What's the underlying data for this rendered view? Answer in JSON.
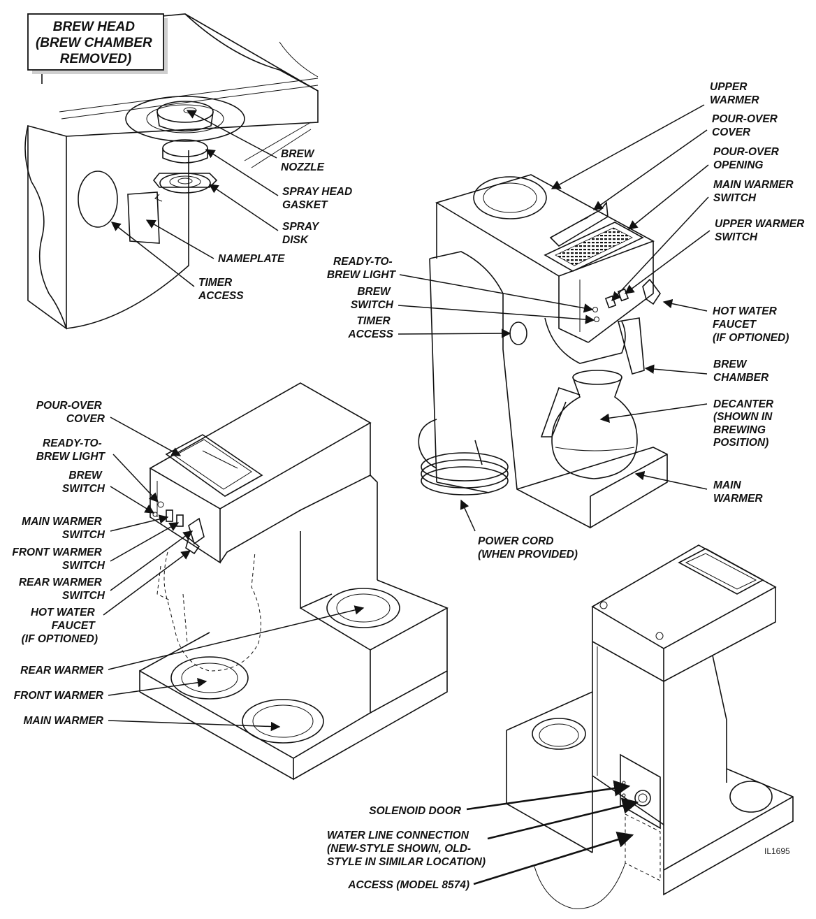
{
  "figure_id": "IL1695",
  "brew_head_view": {
    "title_lines": [
      "BREW HEAD",
      "(BREW CHAMBER",
      "REMOVED)"
    ],
    "labels": {
      "brew_nozzle": [
        "BREW",
        "NOZZLE"
      ],
      "spray_head_gasket": [
        "SPRAY HEAD",
        "GASKET"
      ],
      "spray_disk": [
        "SPRAY",
        "DISK"
      ],
      "nameplate": [
        "NAMEPLATE"
      ],
      "timer_access": [
        "TIMER",
        "ACCESS"
      ]
    }
  },
  "pour_over_view": {
    "labels": {
      "upper_warmer": [
        "UPPER",
        "WARMER"
      ],
      "pour_over_cover": [
        "POUR-OVER",
        "COVER"
      ],
      "pour_over_opening": [
        "POUR-OVER",
        "OPENING"
      ],
      "main_warmer_switch": [
        "MAIN WARMER",
        "SWITCH"
      ],
      "upper_warmer_switch": [
        "UPPER WARMER",
        "SWITCH"
      ],
      "ready_to_brew_light": [
        "READY-TO-",
        "BREW LIGHT"
      ],
      "brew_switch": [
        "BREW",
        "SWITCH"
      ],
      "timer_access": [
        "TIMER",
        "ACCESS"
      ],
      "hot_water_faucet": [
        "HOT WATER",
        "FAUCET",
        "(IF OPTIONED)"
      ],
      "brew_chamber": [
        "BREW",
        "CHAMBER"
      ],
      "decanter": [
        "DECANTER",
        "(SHOWN IN",
        "BREWING",
        "POSITION)"
      ],
      "main_warmer": [
        "MAIN",
        "WARMER"
      ],
      "power_cord": [
        "POWER CORD",
        "(WHEN PROVIDED)"
      ]
    }
  },
  "three_warmer_view": {
    "labels": {
      "pour_over_cover": [
        "POUR-OVER",
        "COVER"
      ],
      "ready_to_brew_light": [
        "READY-TO-",
        "BREW LIGHT"
      ],
      "brew_switch": [
        "BREW",
        "SWITCH"
      ],
      "main_warmer_switch": [
        "MAIN WARMER",
        "SWITCH"
      ],
      "front_warmer_switch": [
        "FRONT WARMER",
        "SWITCH"
      ],
      "rear_warmer_switch": [
        "REAR WARMER",
        "SWITCH"
      ],
      "hot_water_faucet": [
        "HOT WATER",
        "FAUCET",
        "(IF OPTIONED)"
      ],
      "rear_warmer": [
        "REAR WARMER"
      ],
      "front_warmer": [
        "FRONT WARMER"
      ],
      "main_warmer": [
        "MAIN WARMER"
      ]
    }
  },
  "rear_view": {
    "labels": {
      "solenoid_door": [
        "SOLENOID DOOR"
      ],
      "water_line_connection": [
        "WATER LINE CONNECTION",
        "(NEW-STYLE SHOWN, OLD-",
        "STYLE IN SIMILAR LOCATION)"
      ],
      "access_model": [
        "ACCESS (MODEL 8574)"
      ]
    }
  }
}
